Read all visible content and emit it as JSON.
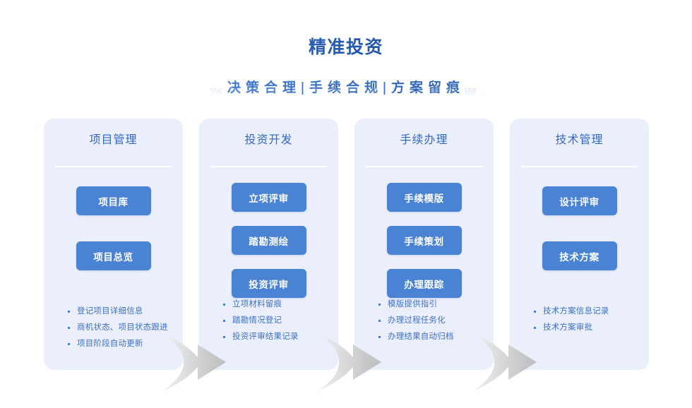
{
  "header": {
    "main_title": "精准投资",
    "subtitle_parts": [
      "决策合理",
      "手续合规",
      "方案留痕"
    ],
    "subtitle_separator": "|",
    "subtitle_full": "决策合理 | 手续合规 | 方案留痕",
    "title_gradient_from": "#4b86d6",
    "title_gradient_to": "#123a7c"
  },
  "colors": {
    "card_bg": "#eaeffb",
    "button_bg": "#4a82d4",
    "card_title": "#3668bf",
    "bullet_text": "#3f71c4",
    "divider": "#ffffff",
    "arrow": "#c9cbcd",
    "page_bg": "#ffffff"
  },
  "cards": [
    {
      "title": "项目管理",
      "buttons": [
        "项目库",
        "项目总览"
      ],
      "bullets": [
        "登记项目详细信息",
        "商机状态、项目状态跟进",
        "项目阶段自动更新"
      ]
    },
    {
      "title": "投资开发",
      "buttons": [
        "立项评审",
        "踏勘测绘",
        "投资评审"
      ],
      "bullets": [
        "立项材料留痕",
        "踏勘情况登记",
        "投资评审结果记录"
      ]
    },
    {
      "title": "手续办理",
      "buttons": [
        "手续模版",
        "手续策划",
        "办理跟踪"
      ],
      "bullets": [
        "模版提供指引",
        "办理过程任务化",
        "办理结果自动归档"
      ]
    },
    {
      "title": "技术管理",
      "buttons": [
        "设计评审",
        "技术方案"
      ],
      "bullets": [
        "技术方案信息记录",
        "技术方案审批"
      ]
    }
  ],
  "arrows": [
    {
      "name": "arrow-card1-to-card2"
    },
    {
      "name": "arrow-card2-to-card3"
    },
    {
      "name": "arrow-card3-to-card4"
    }
  ]
}
